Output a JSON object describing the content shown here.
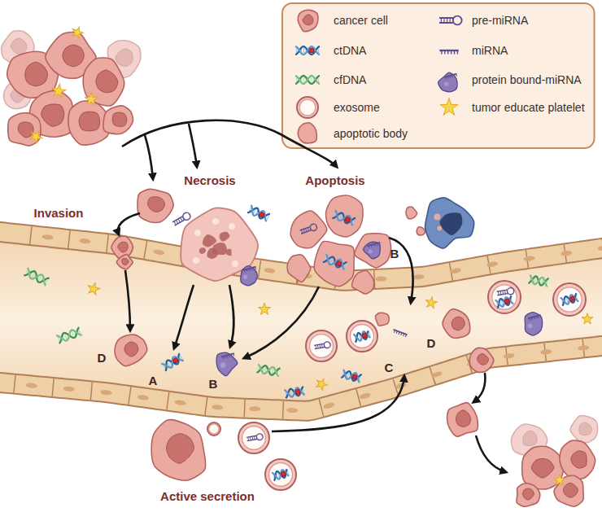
{
  "diagram": {
    "labels": [
      "Invasion",
      "Necrosis",
      "Apoptosis",
      "B",
      "D",
      "A",
      "B",
      "C",
      "D",
      "Active secretion"
    ],
    "legend": [
      {
        "text": "cancer cell"
      },
      {
        "text": "ctDNA"
      },
      {
        "text": "cfDNA"
      },
      {
        "text": "exosome"
      },
      {
        "text": "apoptotic body"
      },
      {
        "text": "pre-miRNA"
      },
      {
        "text": "miRNA"
      },
      {
        "text": "protein bound-miRNA"
      },
      {
        "text": "tumor educate platelet"
      }
    ]
  }
}
